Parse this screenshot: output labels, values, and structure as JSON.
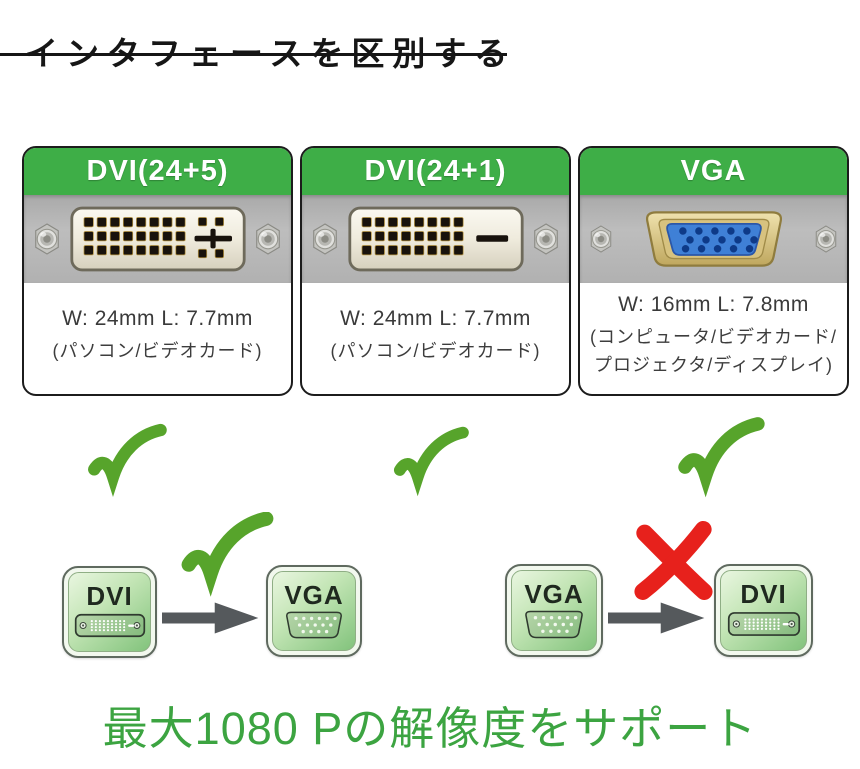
{
  "page": {
    "title": "インタフェースを区別する",
    "footer": "最大1080 Pの解像度をサポート"
  },
  "cards": [
    {
      "name": "DVI(24+5)",
      "size": "W: 24mm  L: 7.7mm",
      "devices": "(パソコン/ビデオカード)",
      "connector": "dvi-24-5-female-connector"
    },
    {
      "name": "DVI(24+1)",
      "size": "W: 24mm  L: 7.7mm",
      "devices": "(パソコン/ビデオカード)",
      "connector": "dvi-24-1-female-connector"
    },
    {
      "name": "VGA",
      "size": "W: 16mm  L: 7.8mm",
      "devices": "(コンピュータ/ビデオカード/\nプロジェクタ/ディスプレイ)",
      "connector": "vga-female-connector"
    }
  ],
  "card_checks": [
    "supported",
    "supported",
    "supported"
  ],
  "compatibility": {
    "dvi_to_vga": {
      "from": "DVI",
      "to": "VGA",
      "status": "supported",
      "mark": "checkmark-icon"
    },
    "vga_to_dvi": {
      "from": "VGA",
      "to": "DVI",
      "status": "not-supported",
      "mark": "cross-icon"
    }
  },
  "icons": {
    "checkmark": "checkmark-icon",
    "cross": "cross-icon",
    "arrow": "arrow-right-icon",
    "screw": "screw-icon"
  },
  "colors": {
    "header_green": "#3eae47",
    "check_green": "#57a42b",
    "cross_red": "#e7211c",
    "arrow_gray": "#55595c",
    "footer_green": "#3ca441",
    "vga_blue": "#3f80d6",
    "photo_band_gray": "#b3b3b3"
  }
}
